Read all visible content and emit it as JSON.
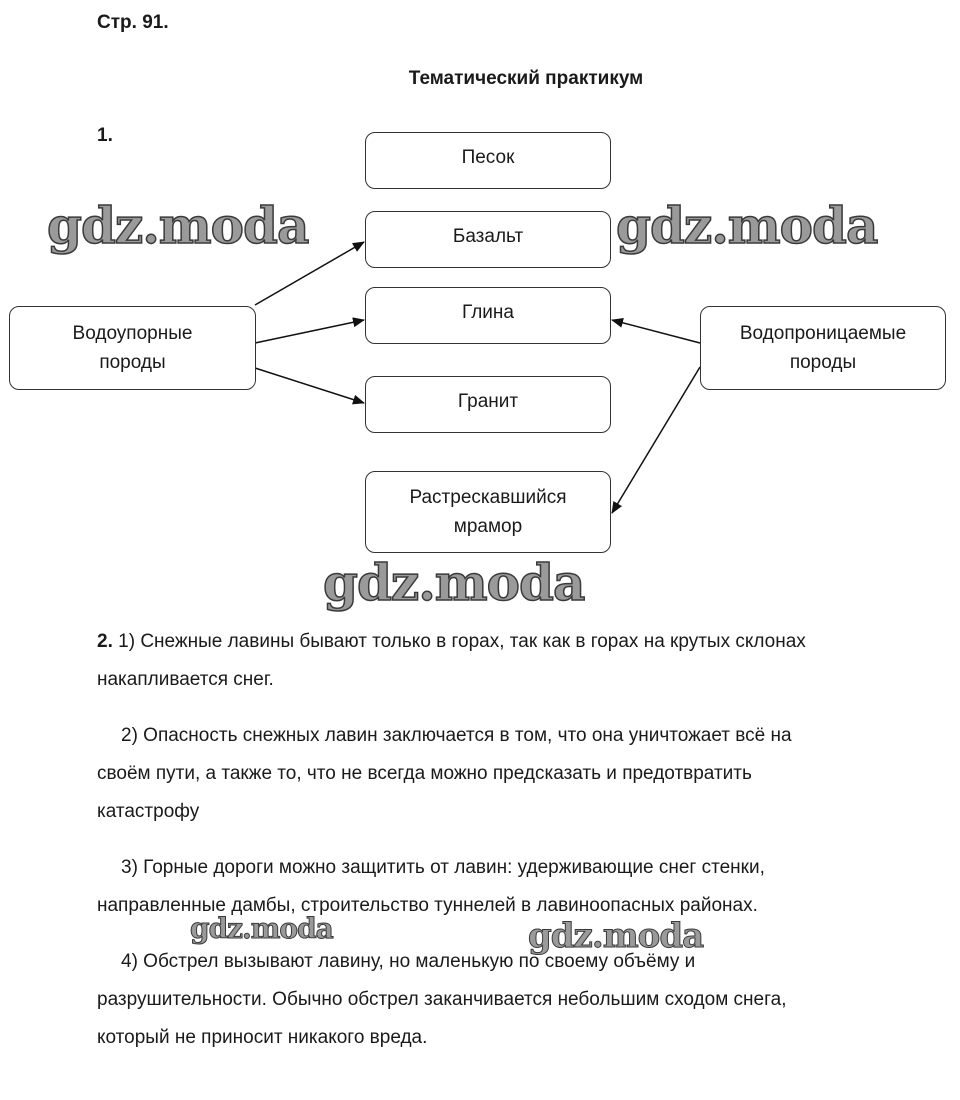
{
  "page_label": "Стр. 91.",
  "title": "Тематический практикум",
  "task1": {
    "number": "1.",
    "left_node": {
      "line1": "Водоупорные",
      "line2": "породы"
    },
    "right_node": {
      "line1": "Водопроницаемые",
      "line2": "породы"
    },
    "rocks": [
      {
        "label": "Песок"
      },
      {
        "label": "Базальт"
      },
      {
        "label": "Глина"
      },
      {
        "label": "Гранит"
      },
      {
        "line1": "Растрескавшийся",
        "line2": "мрамор"
      }
    ],
    "connections": {
      "left_node_points_to": [
        "Базальт",
        "Глина",
        "Гранит"
      ],
      "right_node_points_to": [
        "Глина",
        "Растрескавшийся мрамор"
      ]
    }
  },
  "task2": {
    "number": "2.",
    "items": [
      {
        "line1": "1) Снежные лавины бывают только в горах, так как в горах на крутых склонах",
        "line2": "накапливается снег."
      },
      {
        "line1": "2) Опасность снежных лавин заключается в том, что она уничтожает всё на",
        "line2": "своём пути, а также то, что не всегда можно предсказать и предотвратить",
        "line3": "катастрофу"
      },
      {
        "line1": "3) Горные дороги можно защитить от лавин: удерживающие снег стенки,",
        "line2": "направленные дамбы, строительство туннелей в лавиноопасных районах."
      },
      {
        "line1": "4) Обстрел вызывают лавину, но маленькую по своему объёму и",
        "line2": "разрушительности. Обычно обстрел заканчивается небольшим сходом снега,",
        "line3": "который не приносит никакого вреда."
      }
    ]
  },
  "watermark": "gdz.moda"
}
